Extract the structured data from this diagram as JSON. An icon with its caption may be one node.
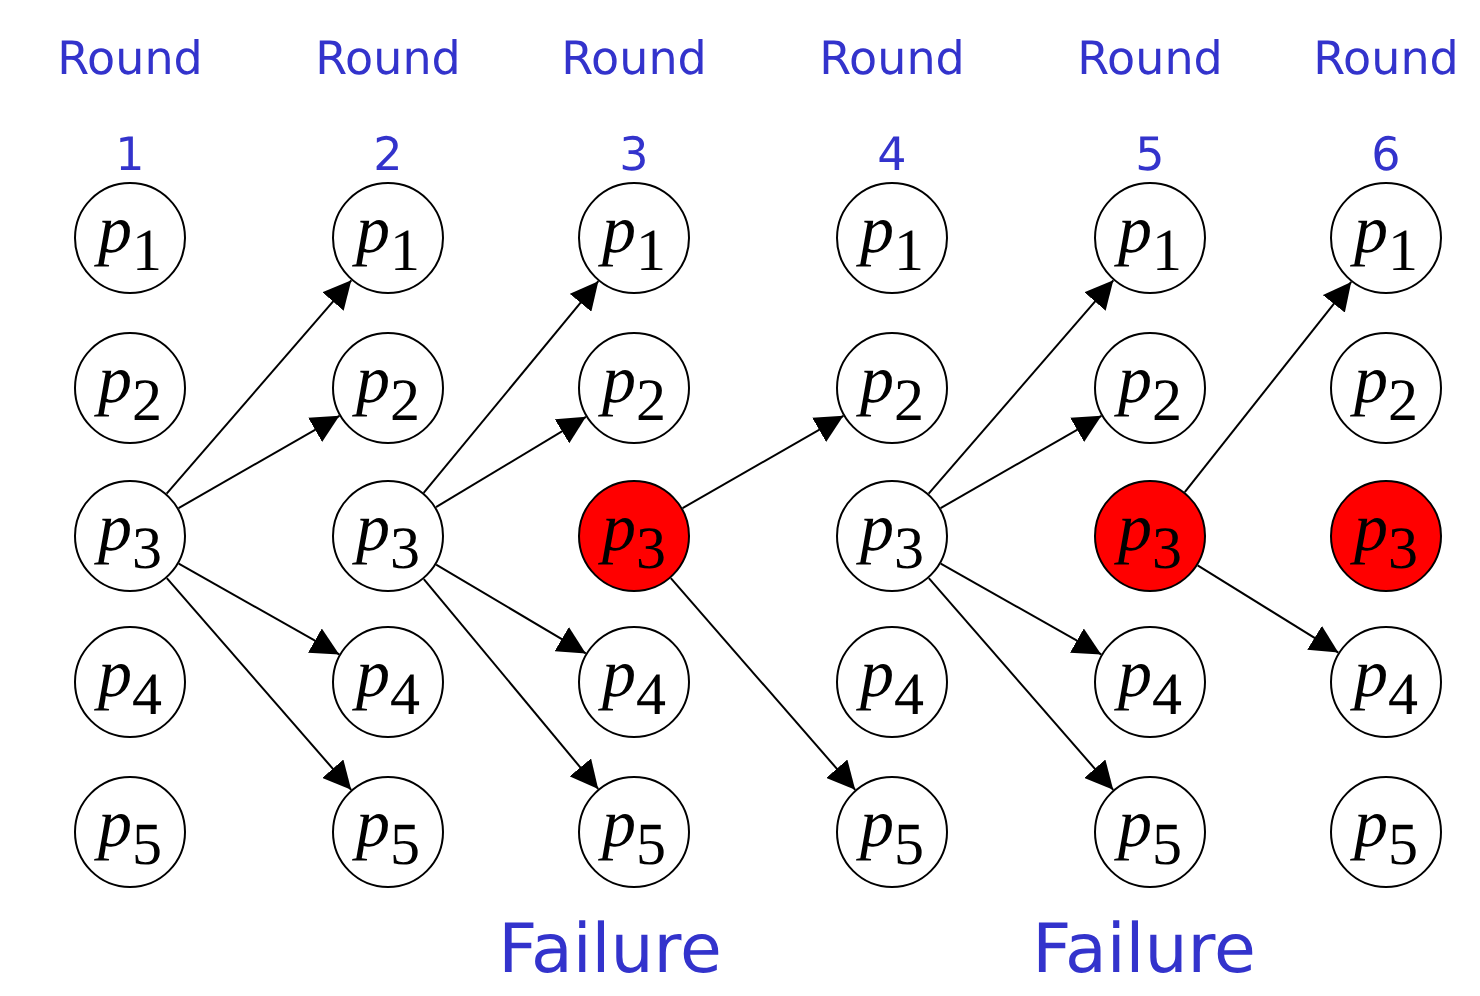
{
  "diagram": {
    "nodes": [
      {
        "text": [
          "p$_{1}$"
        ]
      },
      {
        "text": [
          "p$_{2}$"
        ]
      },
      {
        "text": [
          "p$_{3}$"
        ]
      },
      {
        "text": [
          "p$_{4}$"
        ]
      },
      {
        "text": [
          "p$_{5}$"
        ]
      },
      {
        "text": [
          "p$_{1}$"
        ]
      },
      {
        "text": [
          "p$_{2}$"
        ]
      },
      {
        "text": [
          "p$_{3}$"
        ]
      },
      {
        "text": [
          "p$_{4}$"
        ]
      },
      {
        "text": [
          "p$_{5}$"
        ]
      },
      {
        "text": [
          "p$_{1}$"
        ]
      },
      {
        "text": [
          "p$_{2}$"
        ]
      },
      {
        "text": [
          "p$_{3}$"
        ]
      },
      {
        "text": [
          "p$_{4}$"
        ]
      },
      {
        "text": [
          "p$_{5}$"
        ]
      },
      {
        "text": [
          "p$_{1}$"
        ]
      },
      {
        "text": [
          "p$_{2}$"
        ]
      },
      {
        "text": [
          "p$_{3}$"
        ]
      },
      {
        "text": [
          "p$_{4}$"
        ]
      },
      {
        "text": [
          "p$_{5}$"
        ]
      },
      {
        "text": [
          "p$_{1}$"
        ]
      },
      {
        "text": [
          "p$_{2}$"
        ]
      },
      {
        "text": [
          "p$_{3}$"
        ]
      },
      {
        "text": [
          "p$_{4}$"
        ]
      },
      {
        "text": [
          "p$_{5}$"
        ]
      },
      {
        "text": [
          "p$_{1}$"
        ]
      },
      {
        "text": [
          "p$_{2}$"
        ]
      },
      {
        "text": [
          "p$_{3}$"
        ]
      },
      {
        "text": [
          "p$_{4}$"
        ]
      },
      {
        "text": [
          "p$_{5}$"
        ]
      }
    ],
    "edges": [
      {
        "from": 2,
        "to": 5,
        "arrow": "to"
      },
      {
        "from": 2,
        "to": 6,
        "arrow": "to"
      },
      {
        "from": 2,
        "to": 8,
        "arrow": "to"
      },
      {
        "from": 2,
        "to": 9,
        "arrow": "to"
      },
      {
        "from": 7,
        "to": 10,
        "arrow": "to"
      },
      {
        "from": 7,
        "to": 11,
        "arrow": "to"
      },
      {
        "from": 7,
        "to": 13,
        "arrow": "to"
      },
      {
        "from": 7,
        "to": 14,
        "arrow": "to"
      },
      {
        "from": 12,
        "to": 16,
        "arrow": "to"
      },
      {
        "from": 12,
        "to": 19,
        "arrow": "to"
      },
      {
        "from": 17,
        "to": 20,
        "arrow": "to"
      },
      {
        "from": 17,
        "to": 21,
        "arrow": "to"
      },
      {
        "from": 17,
        "to": 23,
        "arrow": "to"
      },
      {
        "from": 17,
        "to": 24,
        "arrow": "to"
      },
      {
        "from": 22,
        "to": 25,
        "arrow": "to"
      },
      {
        "from": 22,
        "to": 28,
        "arrow": "to"
      }
    ],
    "labels": [
      "Round 1",
      "Round 2",
      "Round 3",
      "Round 4",
      "Round 5",
      "Round 6",
      "Failure",
      "Failure"
    ]
  }
}
